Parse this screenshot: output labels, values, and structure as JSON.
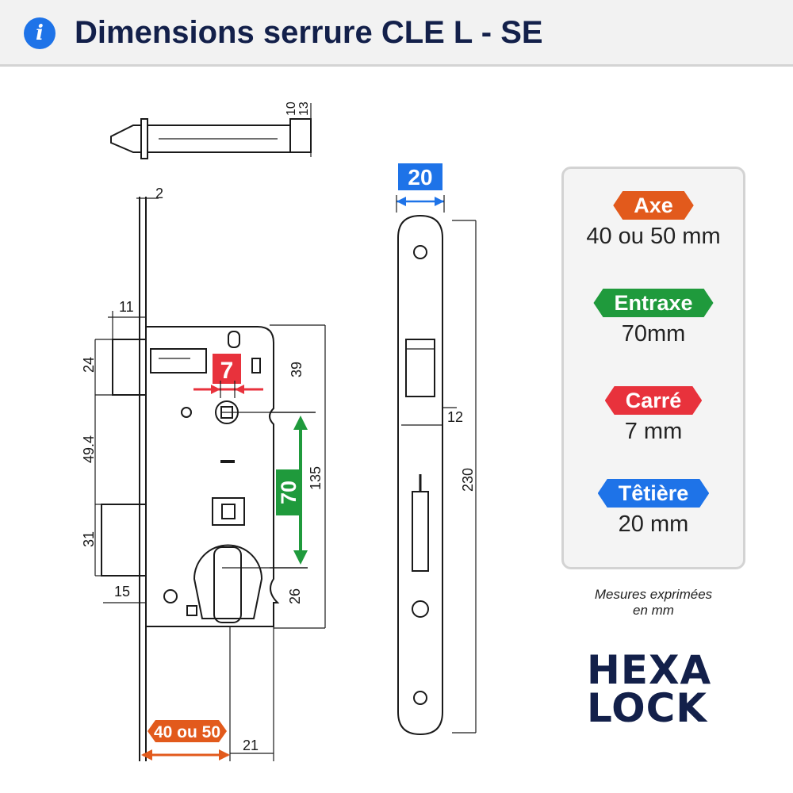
{
  "header": {
    "icon": "info-icon",
    "title": "Dimensions serrure CLE L - SE"
  },
  "colors": {
    "axe": "#e25a1c",
    "entraxe": "#1f9a3c",
    "carre": "#e8323c",
    "tetiere": "#1e73e8",
    "ink": "#13204a"
  },
  "dimensions": {
    "faceplate_thickness_label": "2",
    "bolt_widths": [
      "10",
      "13"
    ],
    "eleven": "11",
    "twenty_four": "24",
    "forty_nine_four": "49.4",
    "thirty_one": "31",
    "fifteen": "15",
    "thirty_nine": "39",
    "one_thirty_five": "135",
    "twenty_six": "26",
    "twenty_one": "21",
    "twelve": "12",
    "two_thirty": "230"
  },
  "callouts": {
    "carre": "7",
    "entraxe": "70",
    "tetiere": "20",
    "axe": "40 ou 50"
  },
  "legend": [
    {
      "label": "Axe",
      "value": "40 ou 50 mm",
      "color": "#e25a1c"
    },
    {
      "label": "Entraxe",
      "value": "70mm",
      "color": "#1f9a3c"
    },
    {
      "label": "Carré",
      "value": "7 mm",
      "color": "#e8323c"
    },
    {
      "label": "Têtière",
      "value": "20 mm",
      "color": "#1e73e8"
    }
  ],
  "footnote": [
    "Mesures exprimées",
    "en mm"
  ],
  "logo": {
    "line1": "HEXA",
    "line2": "LOCK"
  }
}
